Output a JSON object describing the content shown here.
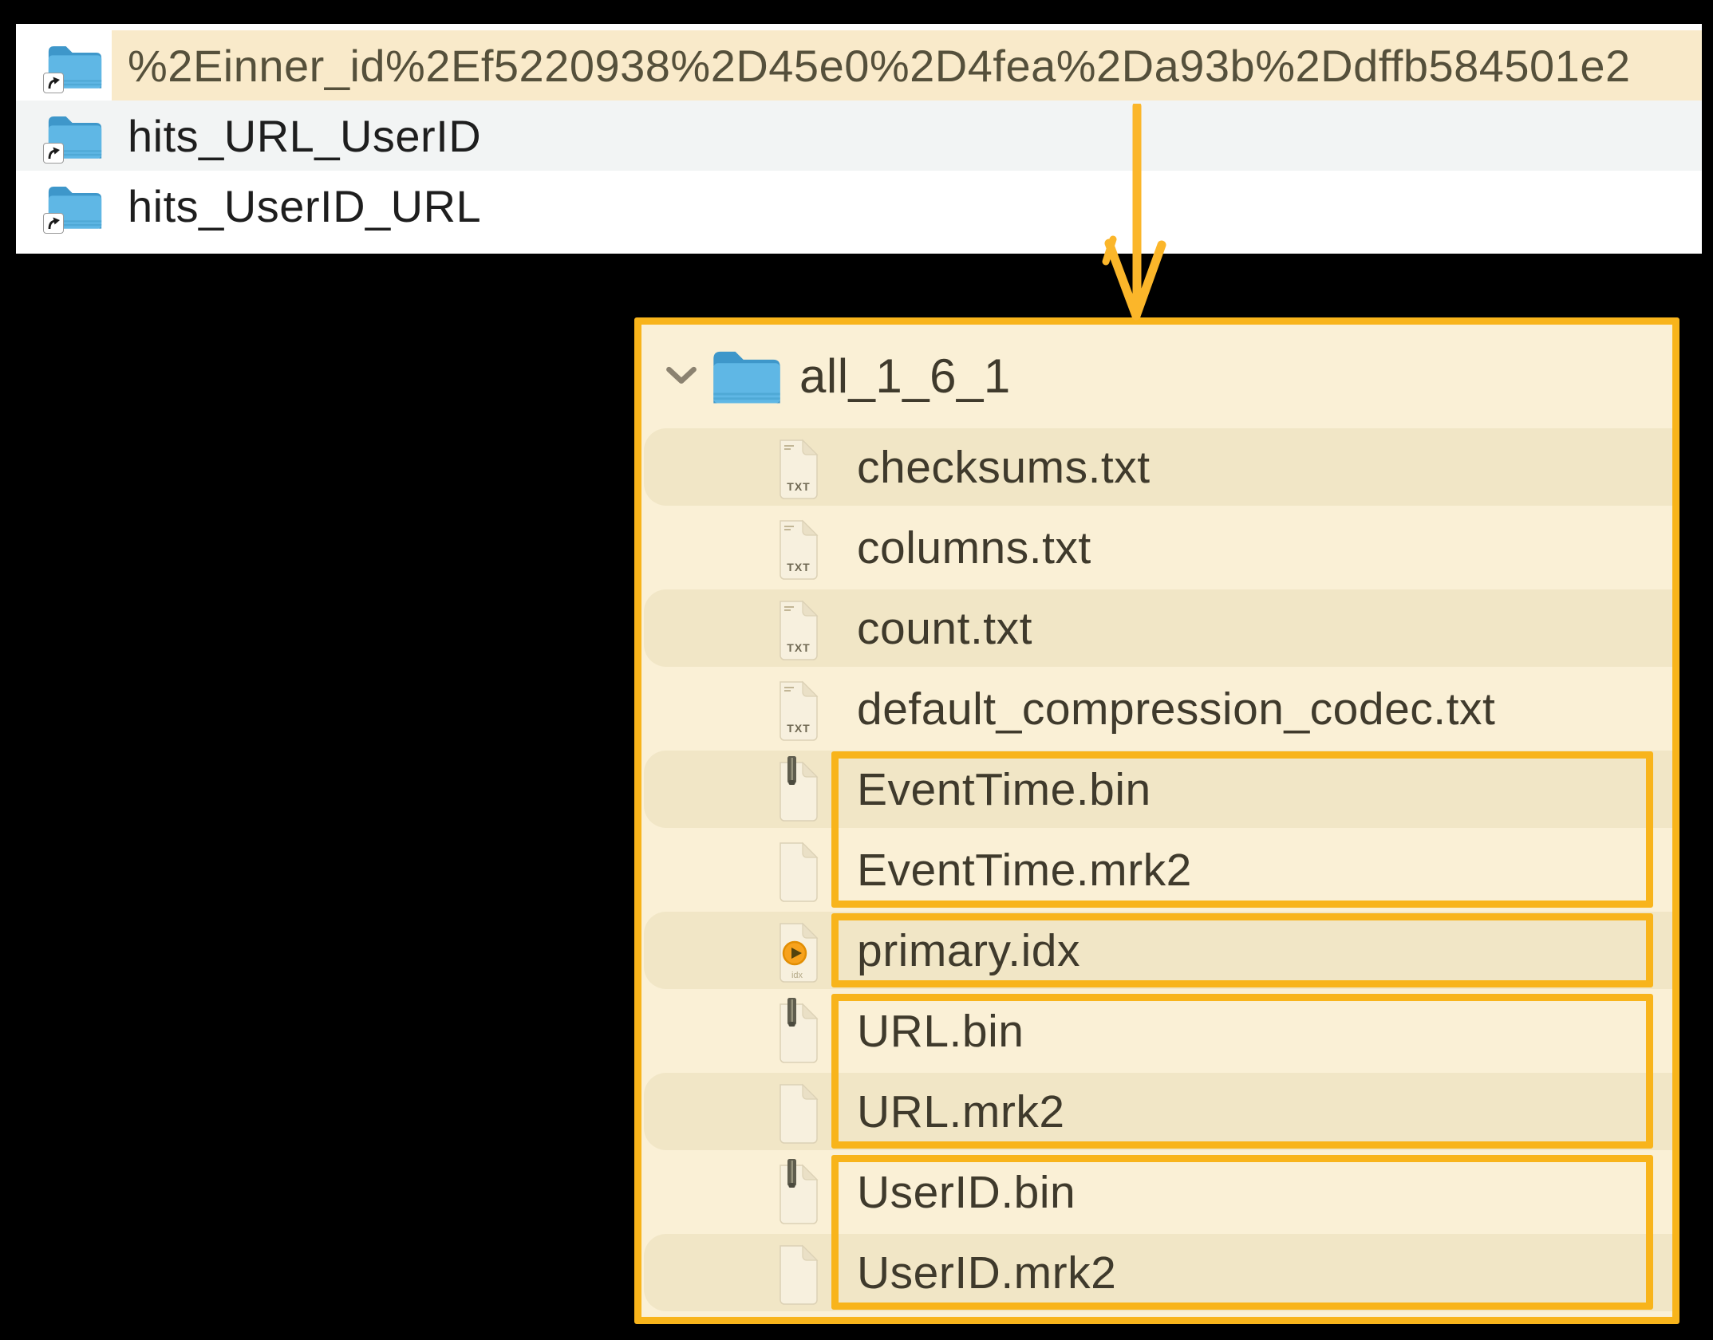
{
  "colors": {
    "annotation_orange": "#F8B41B",
    "arrow_orange": "#FBB62A",
    "selection_cream": "#F9EACA",
    "panel_cream": "#FAF0D6",
    "row_band_dark": "#F1E6C6",
    "alt_row_gray": "#F2F4F4",
    "folder_blue": "#5FB7E5"
  },
  "source_list": {
    "items": [
      {
        "label": "%2Einner_id%2Ef5220938%2D45e0%2D4fea%2Da93b%2Ddffb584501e2",
        "icon": "folder-alias-icon",
        "highlighted": true
      },
      {
        "label": "hits_URL_UserID",
        "icon": "folder-alias-icon",
        "highlighted": false
      },
      {
        "label": "hits_UserID_URL",
        "icon": "folder-alias-icon",
        "highlighted": false
      }
    ]
  },
  "part_tree": {
    "root": {
      "label": "all_1_6_1",
      "icon": "folder-icon",
      "expanded": true
    },
    "files": [
      {
        "label": "checksums.txt",
        "icon": "txt-file-icon",
        "shaded": true,
        "boxed": null
      },
      {
        "label": "columns.txt",
        "icon": "txt-file-icon",
        "shaded": false,
        "boxed": null
      },
      {
        "label": "count.txt",
        "icon": "txt-file-icon",
        "shaded": true,
        "boxed": null
      },
      {
        "label": "default_compression_codec.txt",
        "icon": "txt-file-icon",
        "shaded": false,
        "boxed": null
      },
      {
        "label": "EventTime.bin",
        "icon": "bin-file-icon",
        "shaded": true,
        "boxed": "eventtime-group"
      },
      {
        "label": "EventTime.mrk2",
        "icon": "blank-file-icon",
        "shaded": false,
        "boxed": "eventtime-group"
      },
      {
        "label": "primary.idx",
        "icon": "idx-file-icon",
        "shaded": true,
        "boxed": "primary-group"
      },
      {
        "label": "URL.bin",
        "icon": "bin-file-icon",
        "shaded": false,
        "boxed": "url-group"
      },
      {
        "label": "URL.mrk2",
        "icon": "blank-file-icon",
        "shaded": true,
        "boxed": "url-group"
      },
      {
        "label": "UserID.bin",
        "icon": "bin-file-icon",
        "shaded": false,
        "boxed": "userid-group"
      },
      {
        "label": "UserID.mrk2",
        "icon": "blank-file-icon",
        "shaded": true,
        "boxed": "userid-group"
      }
    ]
  }
}
